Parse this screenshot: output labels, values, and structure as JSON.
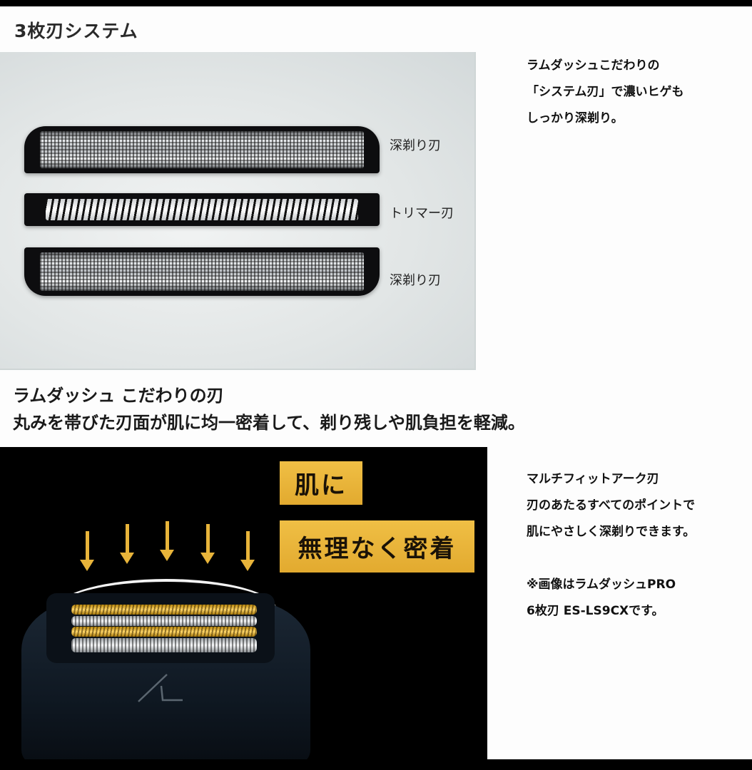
{
  "section1": {
    "title": "3枚刃システム",
    "blade_labels": [
      "深剃り刃",
      "トリマー刃",
      "深剃り刃"
    ],
    "intro_lines": [
      "ラムダッシュこだわりの",
      "「システム刃」で濃いヒゲも",
      "しっかり深剃り。"
    ]
  },
  "section2": {
    "heading_line1": "ラムダッシュ こだわりの刃",
    "heading_line2": "丸みを帯びた刃面が肌に均一密着して、剃り残しや肌負担を軽減。",
    "badge_skin": "肌に",
    "badge_fit": "無理なく密着",
    "feature_lines": [
      "マルチフィットアーク刃",
      "刃のあたるすべてのポイントで",
      "肌にやさしく深剃りできます。"
    ],
    "note_lines": [
      "※画像はラムダッシュPRO",
      "6枚刃 ES-LS9CXです。"
    ],
    "arrow_count": 5
  },
  "colors": {
    "gold": "#e8b43a",
    "panel_gray": "#dde2e2",
    "dark": "#000000",
    "shaver_navy": "#15202b"
  }
}
